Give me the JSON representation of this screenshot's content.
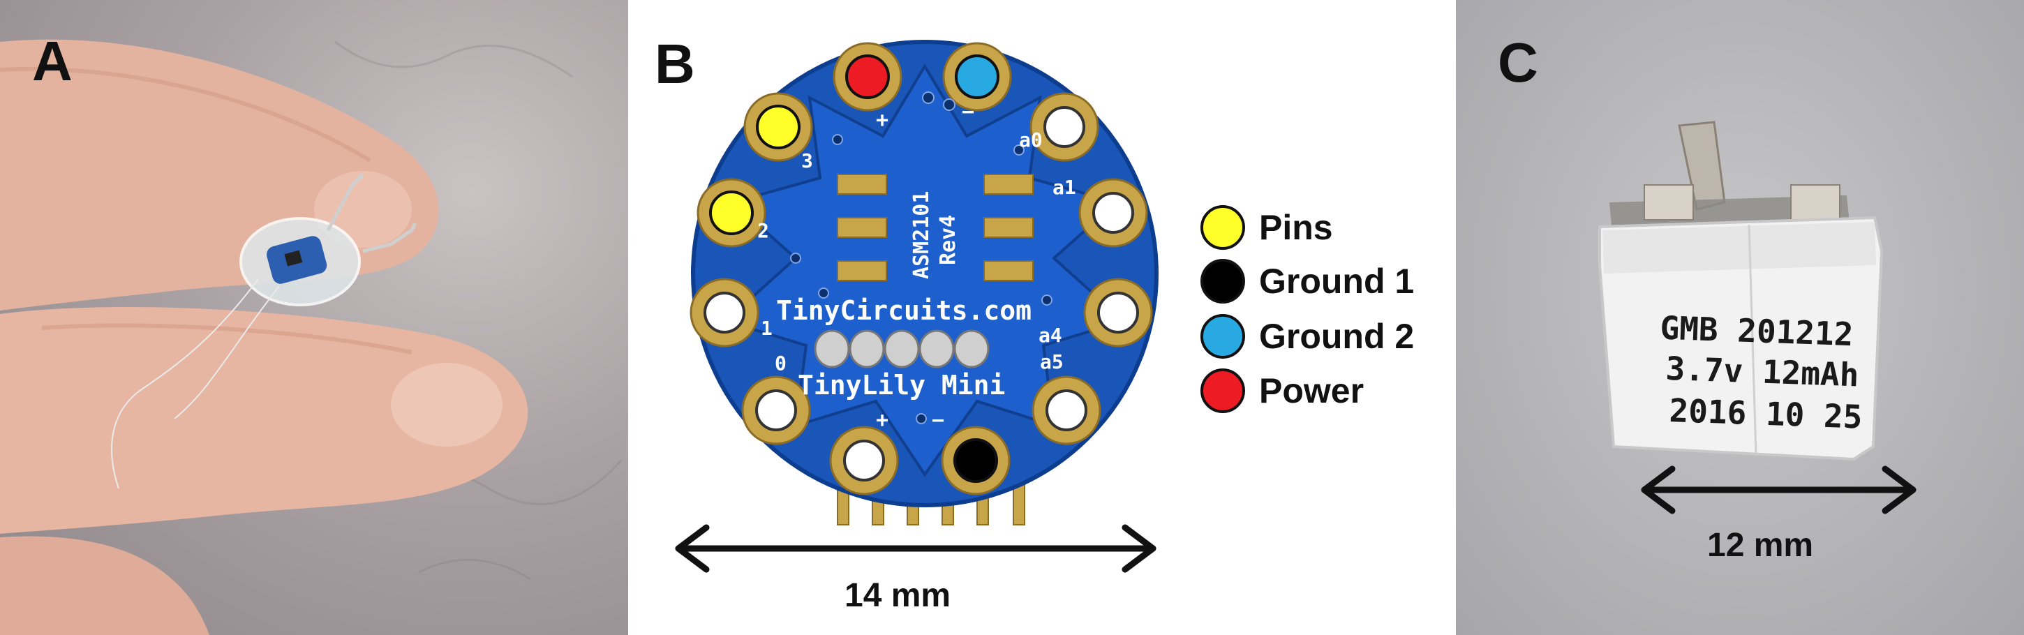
{
  "panels": {
    "a": {
      "letter": "A"
    },
    "b": {
      "letter": "B"
    },
    "c": {
      "letter": "C"
    }
  },
  "board": {
    "silkscreen_brand": "TinyCircuits.com",
    "silkscreen_name": "TinyLily Mini",
    "silkscreen_part": "ASM2101",
    "silkscreen_rev": "Rev4",
    "pin_labels": [
      "3",
      "2",
      "1",
      "0",
      "a0",
      "a1",
      "a4",
      "a5",
      "+",
      "−",
      "+",
      "−"
    ],
    "width_label": "14 mm"
  },
  "legend": [
    {
      "label": "Pins",
      "color": "#ffff2a"
    },
    {
      "label": "Ground 1",
      "color": "#000000"
    },
    {
      "label": "Ground 2",
      "color": "#29a9e1"
    },
    {
      "label": "Power",
      "color": "#ed1c24"
    }
  ],
  "battery": {
    "print_lines": [
      "GMB 201212",
      "3.7v 12mAh",
      "2016 10 25"
    ],
    "width_label": "12 mm"
  },
  "colors": {
    "pcb_blue": "#1a55b8",
    "pad_gold": "#c9a54a",
    "arrow": "#111111"
  }
}
